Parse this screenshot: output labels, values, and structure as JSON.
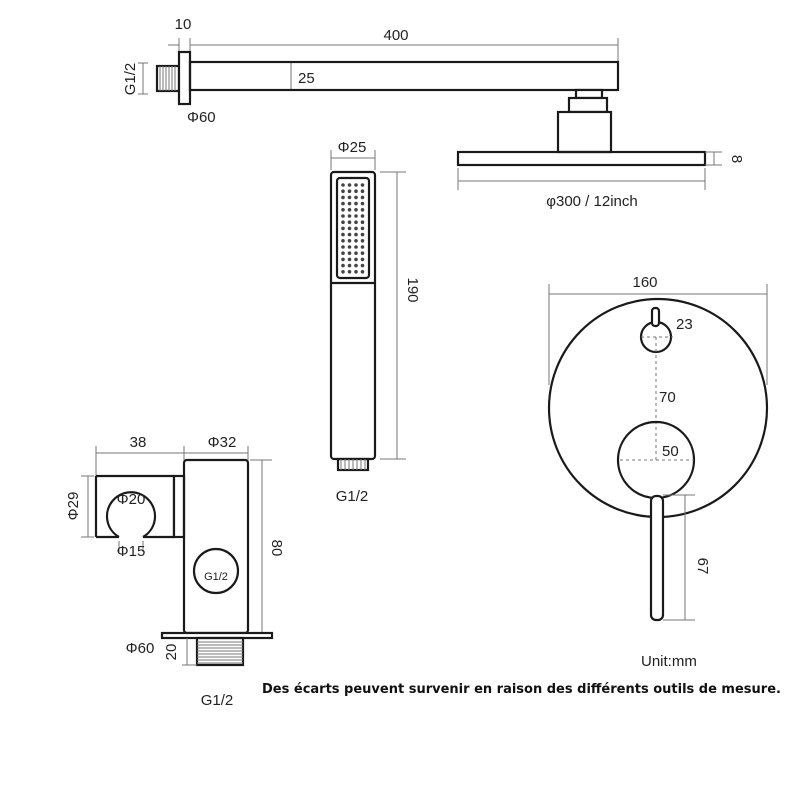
{
  "shower_arm": {
    "wall_plate_width": "10",
    "arm_length": "400",
    "thread": "G1/2",
    "arm_height": "25",
    "plate_diameter": "Φ60"
  },
  "rain_head": {
    "diameter": "φ300 / 12inch",
    "thickness": "8"
  },
  "hand_shower": {
    "diameter": "Φ25",
    "length": "190",
    "thread": "G1/2"
  },
  "mixer_plate": {
    "plate_diameter": "160",
    "small_knob": "23",
    "center_distance": "70",
    "large_knob": "50",
    "handle_length": "67"
  },
  "holder": {
    "holder_depth": "38",
    "body_diameter": "Φ32",
    "holder_outer": "Φ29",
    "holder_inner": "Φ20",
    "slot": "Φ15",
    "outlet_label": "G1/2",
    "height": "80",
    "plate": "Φ60",
    "thread_length": "20",
    "thread": "G1/2"
  },
  "unit_label": "Unit:mm",
  "disclaimer": "Des écarts peuvent survenir en raison des différents outils de mesure."
}
